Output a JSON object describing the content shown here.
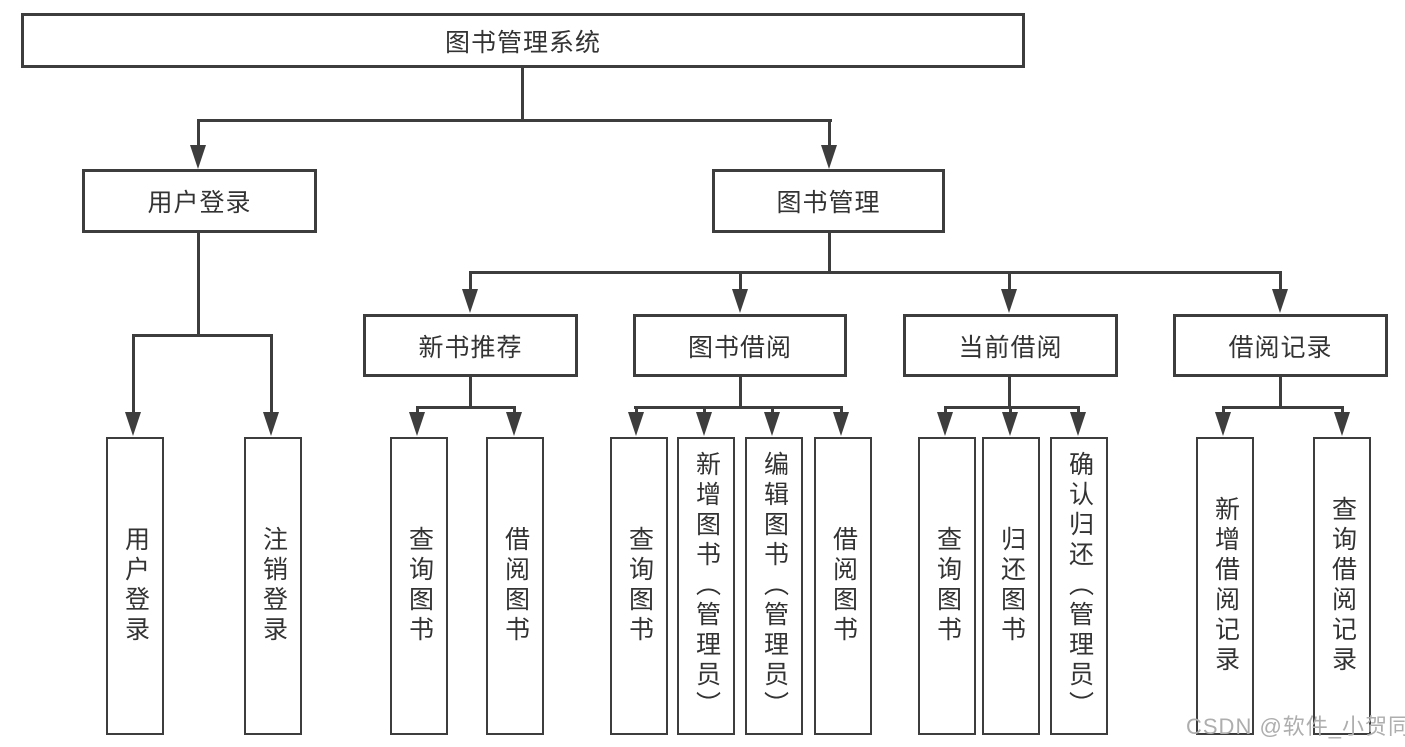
{
  "diagram": {
    "root": {
      "label": "图书管理系统"
    },
    "level2": {
      "user_login": {
        "label": "用户登录"
      },
      "book_mgmt": {
        "label": "图书管理"
      }
    },
    "level3": {
      "new_book": {
        "label": "新书推荐"
      },
      "book_borrow": {
        "label": "图书借阅"
      },
      "current_borrow": {
        "label": "当前借阅"
      },
      "borrow_record": {
        "label": "借阅记录"
      }
    },
    "leaves": {
      "user_login": {
        "label": "用户登录"
      },
      "logout": {
        "label": "注销登录"
      },
      "query_book_1": {
        "label": "查询图书"
      },
      "borrow_book_1": {
        "label": "借阅图书"
      },
      "query_book_2": {
        "label": "查询图书"
      },
      "add_book": {
        "label": "新增图书（管理员）"
      },
      "edit_book": {
        "label": "编辑图书（管理员）"
      },
      "borrow_book_2": {
        "label": "借阅图书"
      },
      "query_book_3": {
        "label": "查询图书"
      },
      "return_book": {
        "label": "归还图书"
      },
      "confirm_return": {
        "label": "确认归还（管理员）"
      },
      "add_record": {
        "label": "新增借阅记录"
      },
      "query_record": {
        "label": "查询借阅记录"
      }
    },
    "watermark": "CSDN @软件_小贺同学",
    "colors": {
      "line": "#3d3d3d",
      "box_background": "#ffffff",
      "text": "#333333",
      "watermark": "#aeaeae",
      "background": "#ffffff"
    }
  }
}
